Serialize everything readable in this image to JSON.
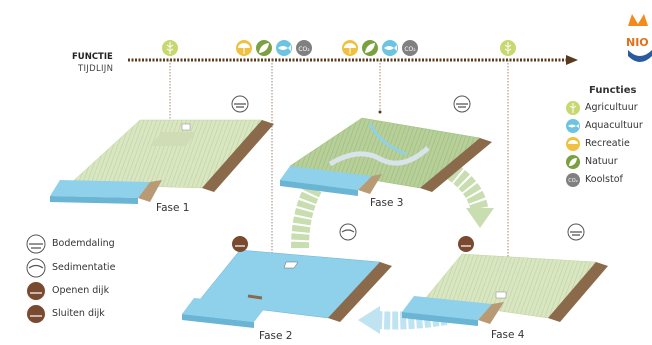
{
  "timeline": {
    "title": "FUNCTIE",
    "subtitle": "TIJDLIJN"
  },
  "phases": [
    {
      "label": "Fase 1"
    },
    {
      "label": "Fase 2"
    },
    {
      "label": "Fase 3"
    },
    {
      "label": "Fase 4"
    }
  ],
  "functions_legend": {
    "title": "Functies",
    "items": [
      {
        "label": "Agricultuur",
        "icon": "wheat-icon",
        "color": "#c8d870"
      },
      {
        "label": "Aquacultuur",
        "icon": "fish-icon",
        "color": "#6cc4e0"
      },
      {
        "label": "Recreatie",
        "icon": "umbrella-icon",
        "color": "#f0c040"
      },
      {
        "label": "Natuur",
        "icon": "leaf-icon",
        "color": "#7aa040"
      },
      {
        "label": "Koolstof",
        "icon": "co2-icon",
        "color": "#808080",
        "icon_text": "CO₂"
      }
    ]
  },
  "process_legend": {
    "items": [
      {
        "label": "Bodemdaling",
        "icon": "subsidence-icon"
      },
      {
        "label": "Sedimentatie",
        "icon": "sedimentation-icon"
      },
      {
        "label": "Openen dijk",
        "icon": "open-dike-icon"
      },
      {
        "label": "Sluiten dijk",
        "icon": "close-dike-icon"
      }
    ]
  },
  "logo": {
    "text": "NIO"
  },
  "colors": {
    "timeline": "#5a3a1e",
    "arrow_green": "#c8deb0",
    "arrow_blue": "#bfe3f0",
    "water": "#8fd0ea",
    "grass": "#d9e6c2",
    "grass_dark": "#a8c48a",
    "soil": "#8a6a4a"
  }
}
